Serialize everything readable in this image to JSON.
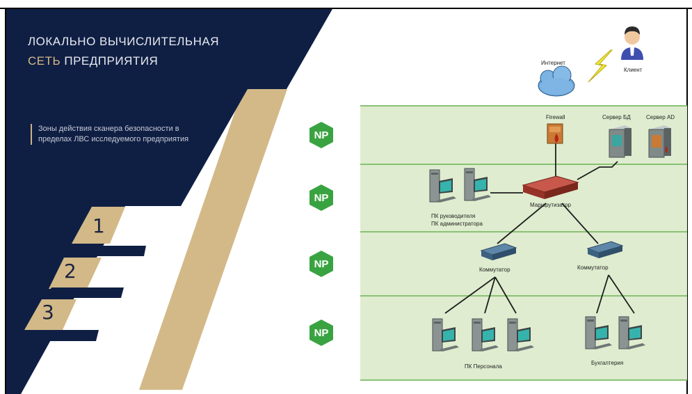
{
  "title": {
    "line1": "ЛОКАЛЬНО ВЫЧИСЛИТЕЛЬНАЯ",
    "accent_word": "СЕТЬ",
    "line2_rest": " ПРЕДПРИЯТИЯ"
  },
  "description": "Зоны действия сканера безопасности в пределах ЛВС исследуемого предприятия",
  "steps": [
    "1",
    "2",
    "3"
  ],
  "np_badge": "NP",
  "nodes": {
    "internet": "Интернет",
    "client": "Клиент",
    "firewall": "Firewall",
    "server_db": "Сервер БД",
    "server_ad": "Сервер AD",
    "router": "Маршрутизатор",
    "pc_mgmt_line1": "ПК руководителя",
    "pc_mgmt_line2": "ПК администратора",
    "switch_left": "Коммутатор",
    "switch_right": "Коммутатор",
    "pc_staff": "ПК Персонала",
    "accounting": "Бухгалтерия"
  },
  "colors": {
    "navy": "#0f1f44",
    "gold": "#cdb285",
    "zone_fill": "#dfeccf",
    "zone_line": "#88c275",
    "np_green": "#3aa341",
    "lightning": "#f3ea35"
  },
  "icons": [
    "cloud-icon",
    "user-icon",
    "lightning-icon",
    "firewall-icon",
    "server-icon",
    "router-icon",
    "switch-icon",
    "computer-icon"
  ]
}
